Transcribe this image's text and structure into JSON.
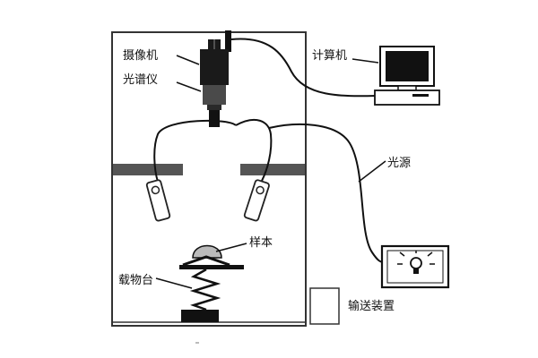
{
  "labels": {
    "camera": "摄像机",
    "spectrometer": "光谱仪",
    "computer": "计算机",
    "light_source": "光源",
    "sample": "样本",
    "stage": "载物台",
    "conveyor": "输送装置"
  }
}
